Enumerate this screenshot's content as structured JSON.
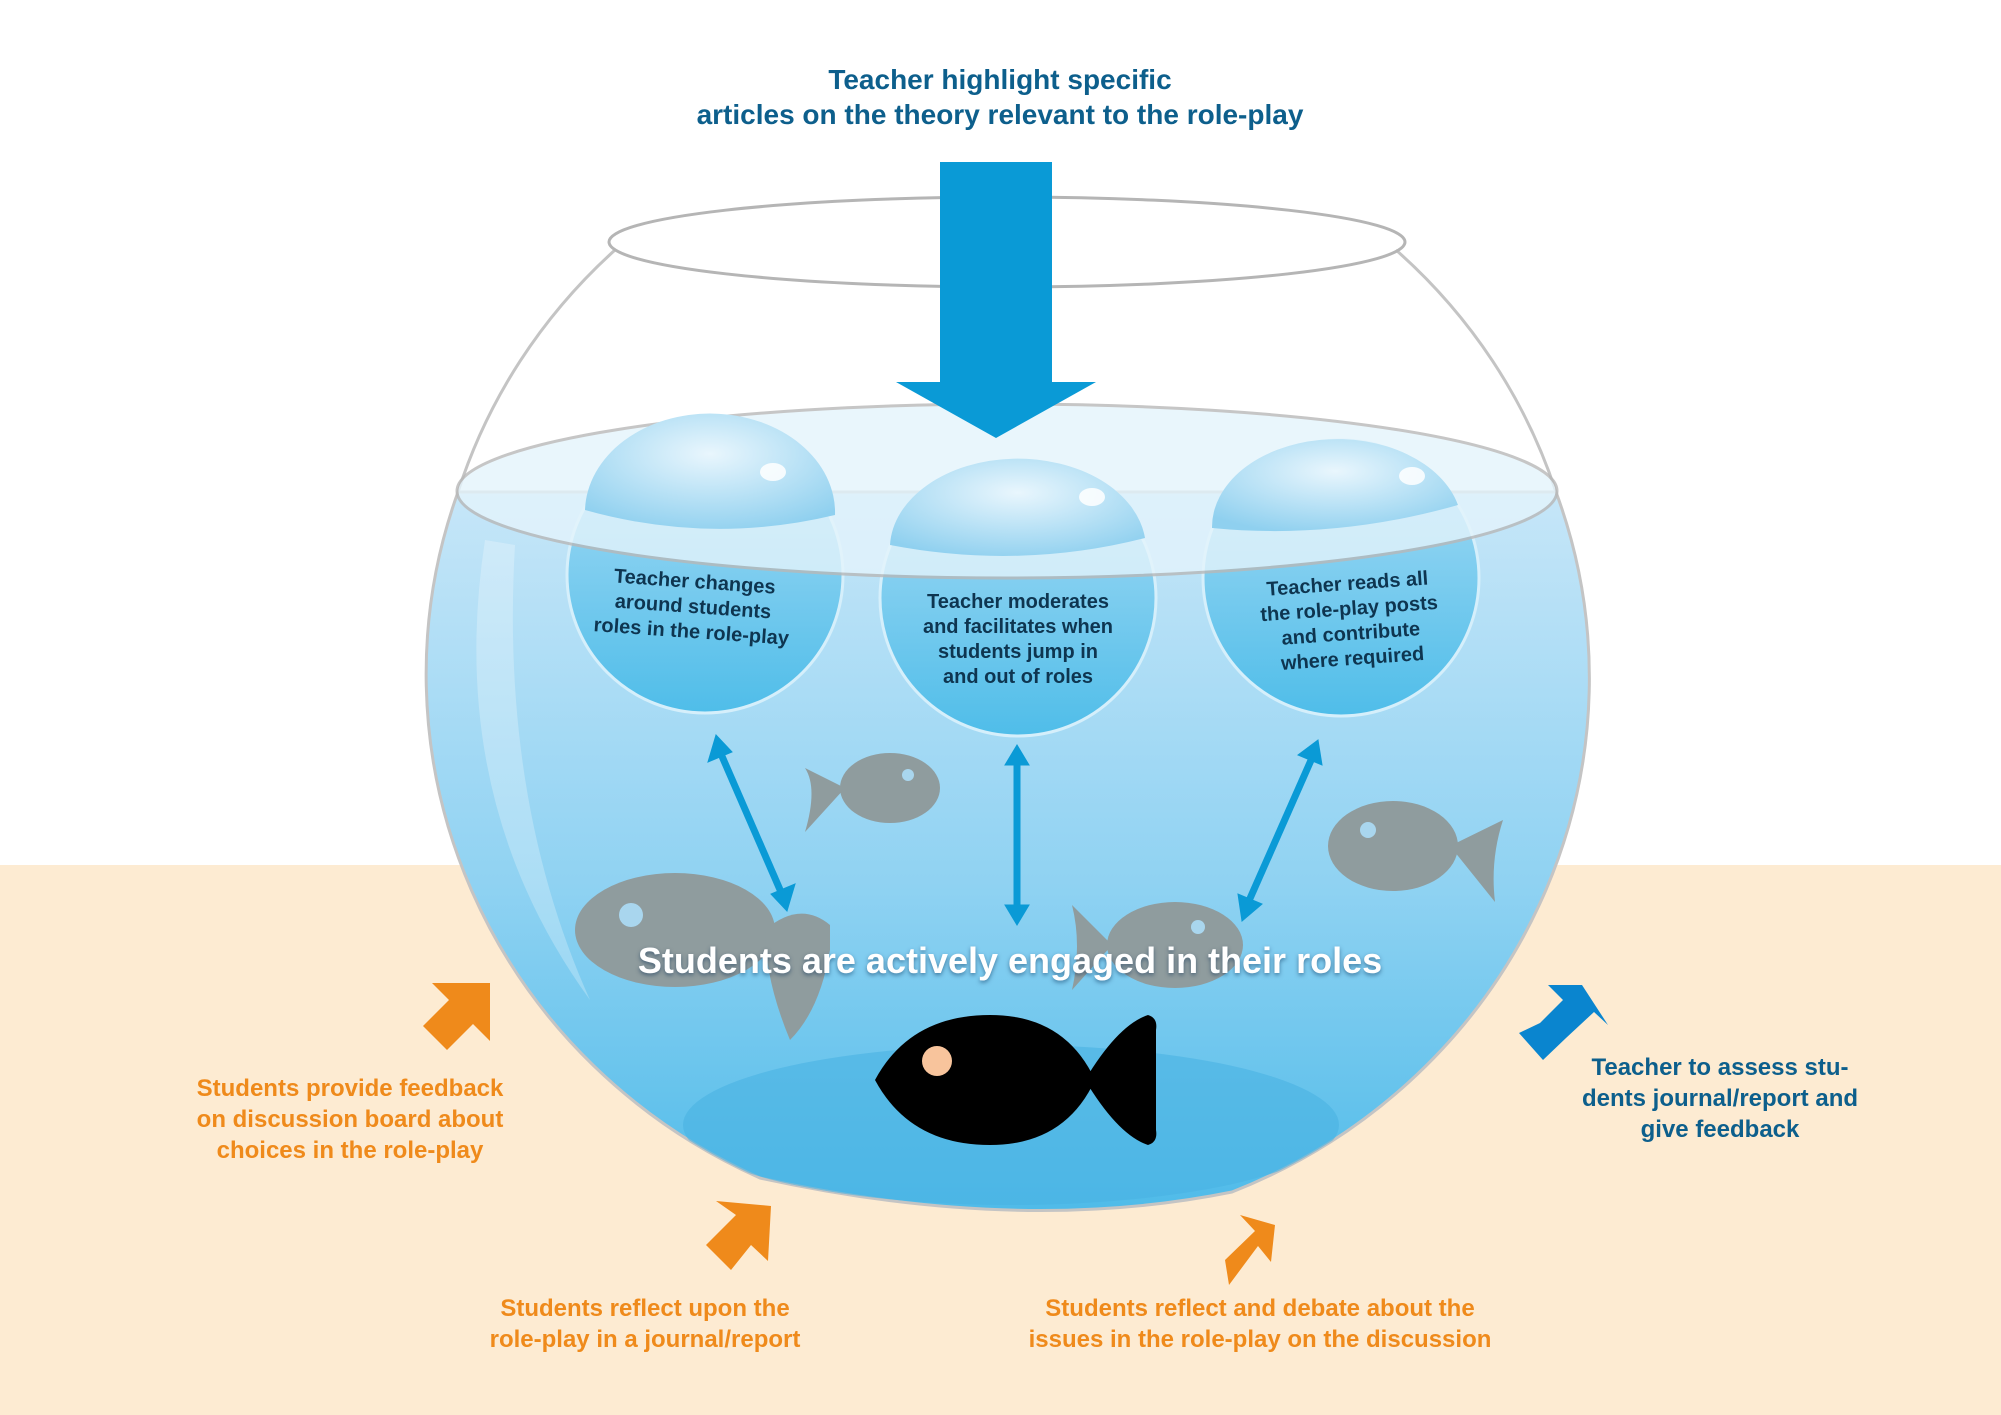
{
  "diagram": {
    "top_label": "Teacher highlight specific\narticles on the theory relevant to the role-play",
    "bubbles": [
      {
        "label": "Teacher changes\naround students\nroles in the role-play"
      },
      {
        "label": "Teacher moderates\nand facilitates when\nstudents jump in\nand out of roles"
      },
      {
        "label": "Teacher reads all\nthe role-play posts\nand contribute\nwhere required"
      }
    ],
    "center_label": "Students are actively engaged in their roles",
    "left_label": "Students provide feedback\non discussion board about\nchoices in the role-play",
    "right_label": "Teacher to assess stu-\ndents journal/report and\ngive feedback",
    "bottom_left_label": "Students reflect upon the\nrole-play in a journal/report",
    "bottom_right_label": "Students reflect and debate about the\nissues in the role-play on the discussion"
  },
  "colors": {
    "teacher_blue": "#0d5f8c",
    "student_orange": "#ef8a1b",
    "arrow_blue": "#0a9ad6",
    "ground": "#fdebd2",
    "fish_grey": "#8f9c9e",
    "fish_black": "#000000"
  }
}
